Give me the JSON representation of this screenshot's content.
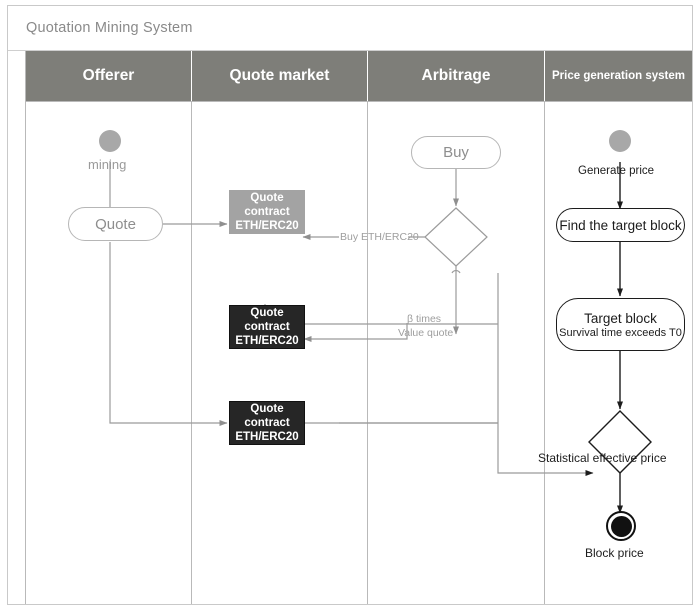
{
  "header": {
    "title": "Quotation Mining System"
  },
  "lanes": [
    {
      "id": "offerer",
      "label": "Offerer",
      "size": "big"
    },
    {
      "id": "quote-market",
      "label": "Quote market",
      "size": "big"
    },
    {
      "id": "arbitrage",
      "label": "Arbitrage",
      "size": "big"
    },
    {
      "id": "price-generation",
      "label": "Price generation system",
      "size": "small"
    }
  ],
  "nodes": {
    "offerer_start": {
      "label": "",
      "kind": "initial-node"
    },
    "offerer_mining_label": "mining",
    "offerer_quote": "Quote",
    "quote_contract_1_line1": "Quote contract",
    "quote_contract_1_line2": "ETH/ERC20",
    "quote_contract_2_line1": "Quote contract",
    "quote_contract_2_line2": "ETH/ERC20",
    "quote_contract_3_line1": "Quote contract",
    "quote_contract_3_line2": "ETH/ERC20",
    "arbitrage_buy": "Buy",
    "price_start": {
      "label": "",
      "kind": "initial-node"
    },
    "generate_price_label": "Generate price",
    "find_target_block": "Find the target block",
    "target_block_title": "Target block",
    "target_block_sub": "Survival time exceeds T0",
    "statistical_effective_price": "Statistical effective price",
    "block_price": "Block price"
  },
  "edge_labels": {
    "buy_eth_erc20": "Buy ETH/ERC20",
    "beta_times": "β times",
    "value_quote": "Value quote"
  },
  "colors": {
    "lane_header_bg": "#7e7e79",
    "lane_border": "#b9b9b9",
    "contract_gray": "#a3a3a3",
    "contract_dark": "#262626",
    "start_dot": "#a8a8a8",
    "light_stroke": "#9b9b9b",
    "dark_stroke": "#1c1c1c",
    "title_text": "#8a8a8a"
  }
}
